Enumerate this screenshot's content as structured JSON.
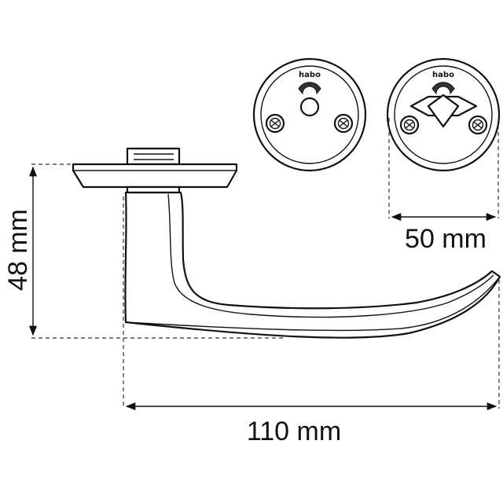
{
  "dimensions": {
    "height_label": "48 mm",
    "rose_label": "50 mm",
    "length_label": "110 mm"
  },
  "logo": {
    "left_text": "habo",
    "right_text": "habo"
  },
  "colors": {
    "line": "#111111",
    "background": "#ffffff"
  }
}
